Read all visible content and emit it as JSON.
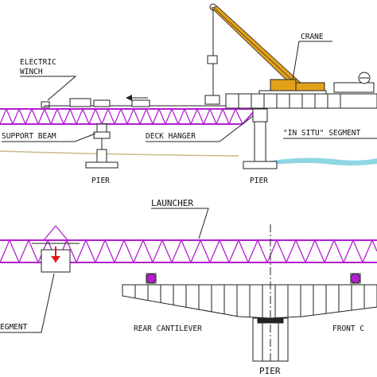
{
  "labels": {
    "electric_winch": [
      "ELECTRIC",
      "WINCH"
    ],
    "crane": "CRANE",
    "support_beam": "SUPPORT BEAM",
    "deck_hanger": "DECK HANGER",
    "in_situ_segment": "\"IN SITU\" SEGMENT",
    "pier_left": "PIER",
    "pier_right": "PIER",
    "launcher": "LAUNCHER",
    "segment": "EGMENT",
    "rear_cantilever": "REAR CANTILEVER",
    "front_cantilever": "FRONT C",
    "pier_bottom": "PIER"
  },
  "colors": {
    "truss": "#b21fd0",
    "crane": "#e3a11b",
    "water": "#8fd6e4",
    "ground": "#c9b98a",
    "line": "#222222"
  }
}
